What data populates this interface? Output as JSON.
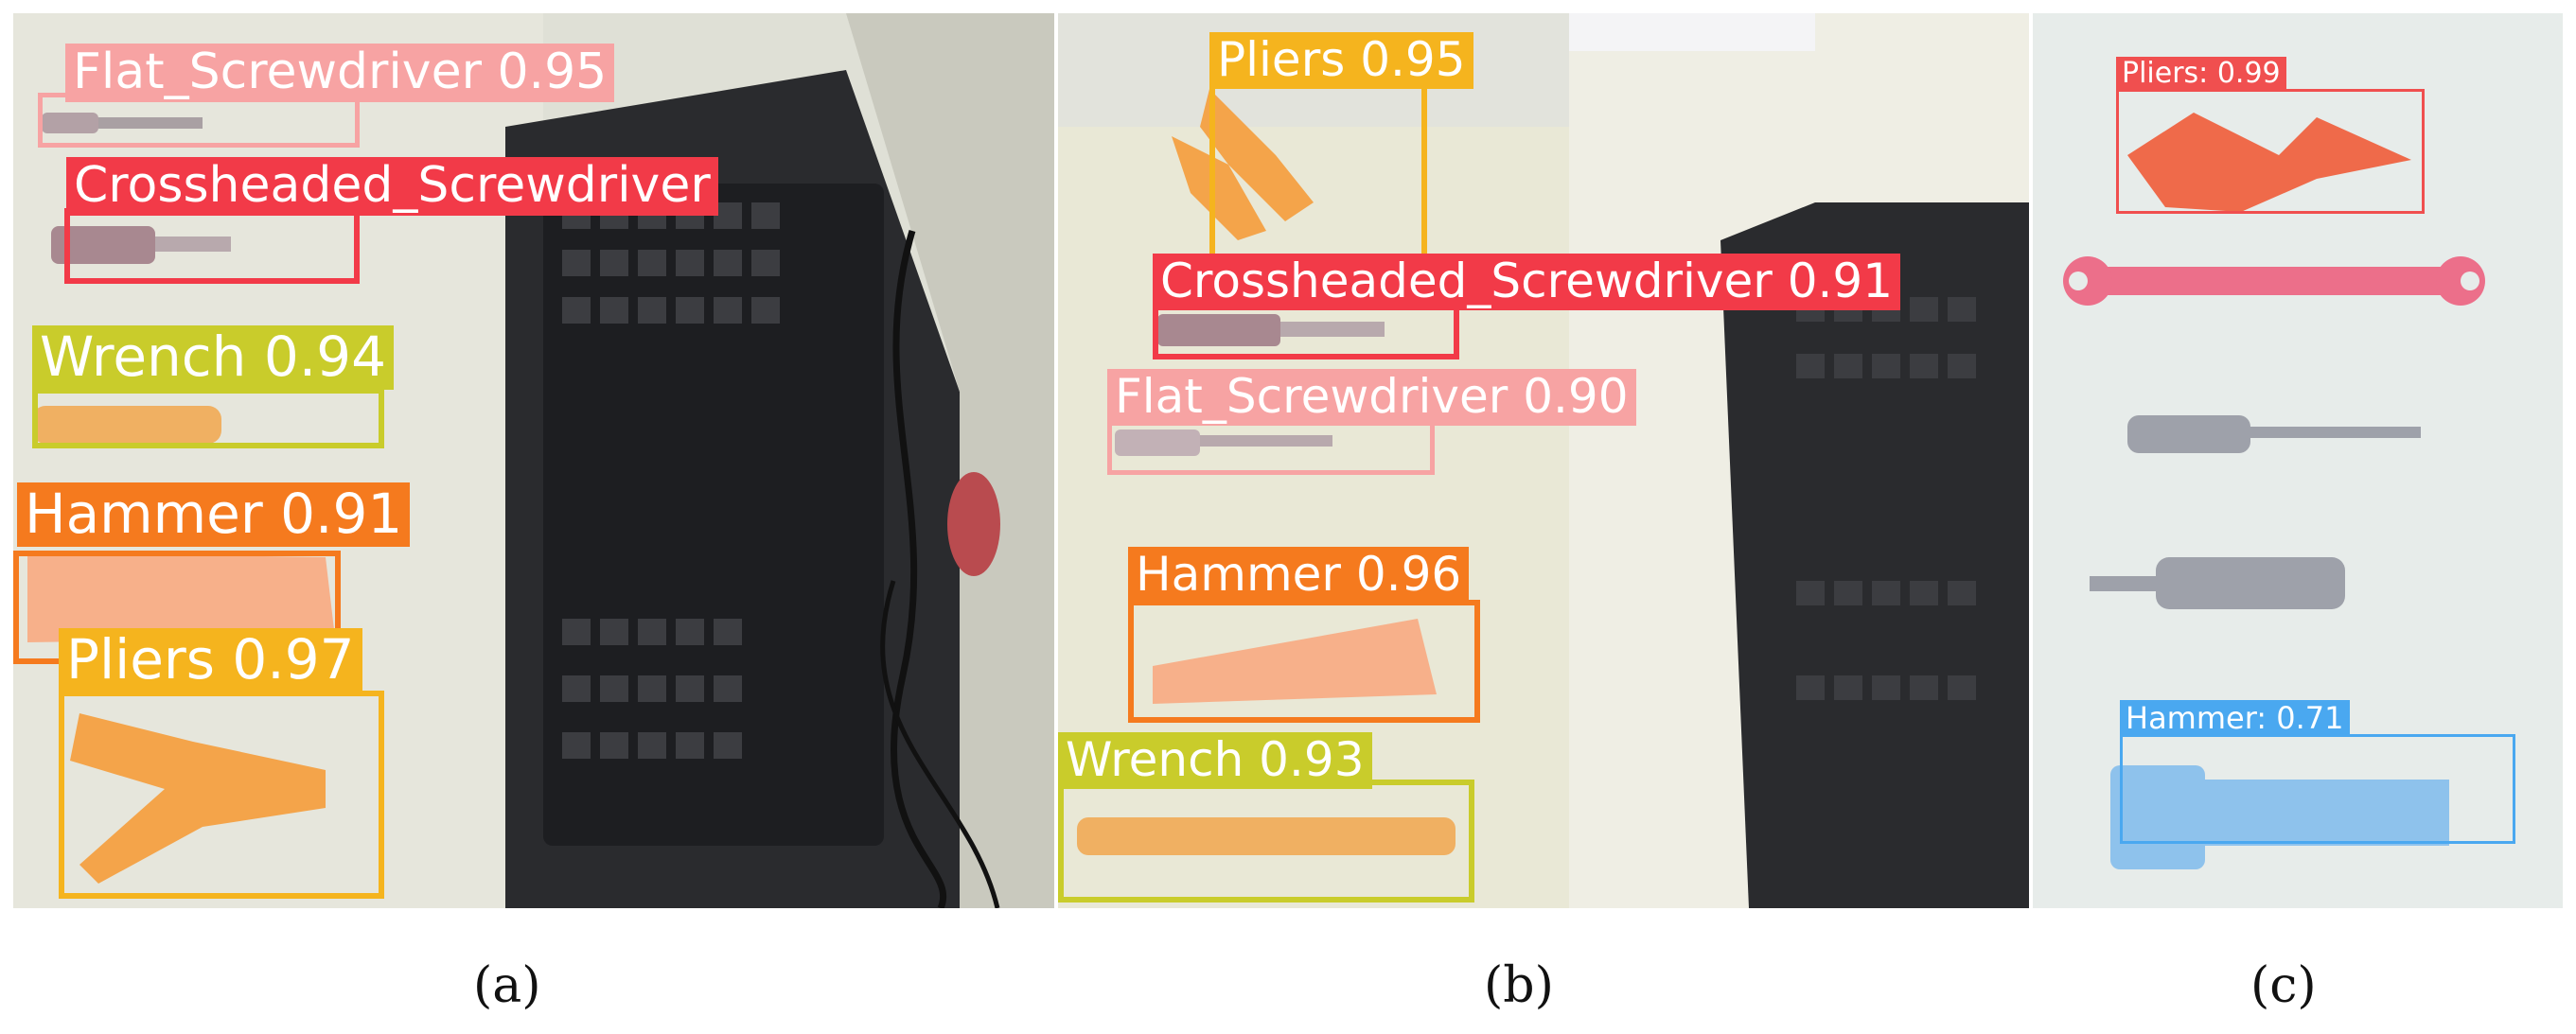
{
  "colors": {
    "flat_screwdriver": "#F7A3A3",
    "crossheaded_screwdriver": "#F23A48",
    "wrench": "#C9CC2B",
    "hammer": "#F57A1E",
    "pliers": "#F5B41E",
    "pliers_c": "#F04F4F",
    "hammer_c": "#4AA8F0"
  },
  "panels": {
    "a": {
      "caption": "(a)",
      "detections": [
        {
          "label": "Flat_Screwdriver 0.95",
          "object": "flat screwdriver"
        },
        {
          "label": "Crossheaded_Screwdriver",
          "object": "crossheaded screwdriver"
        },
        {
          "label": "Wrench 0.94",
          "object": "wrench"
        },
        {
          "label": "Hammer 0.91",
          "object": "hammer"
        },
        {
          "label": "Pliers 0.97",
          "object": "pliers"
        }
      ]
    },
    "b": {
      "caption": "(b)",
      "detections": [
        {
          "label": "Pliers 0.95",
          "object": "pliers"
        },
        {
          "label": "Crossheaded_Screwdriver 0.91",
          "object": "crossheaded screwdriver"
        },
        {
          "label": "Flat_Screwdriver 0.90",
          "object": "flat screwdriver"
        },
        {
          "label": "Hammer 0.96",
          "object": "hammer"
        },
        {
          "label": "Wrench 0.93",
          "object": "wrench"
        }
      ]
    },
    "c": {
      "caption": "(c)",
      "detections": [
        {
          "label": "Pliers: 0.99",
          "object": "pliers"
        },
        {
          "label": "Hammer: 0.71",
          "object": "hammer"
        }
      ]
    }
  }
}
